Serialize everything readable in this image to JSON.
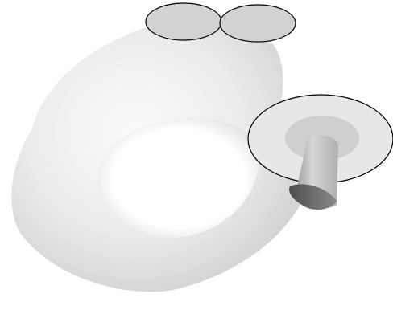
{
  "figure": {
    "subject": "torus",
    "colors": {
      "background": "#ffffff",
      "surface_light": "#f6f6f6",
      "surface_mid": "#e2e2e2",
      "surface_dark": "#c9c9c9",
      "patch_fill": "#d4d4d4",
      "outline": "#000000",
      "tube_light": "#d8d8d8",
      "tube_dark": "#6e6e6e"
    },
    "elements": [
      {
        "name": "torus-body",
        "kind": "surface"
      },
      {
        "name": "torus-hole",
        "kind": "hole"
      },
      {
        "name": "top-left-patch",
        "kind": "outlined disk"
      },
      {
        "name": "top-right-patch",
        "kind": "outlined disk"
      },
      {
        "name": "right-disk",
        "kind": "outlined disk"
      },
      {
        "name": "inner-disk",
        "kind": "shaded disk"
      },
      {
        "name": "attached-tube",
        "kind": "tube handle"
      }
    ]
  }
}
